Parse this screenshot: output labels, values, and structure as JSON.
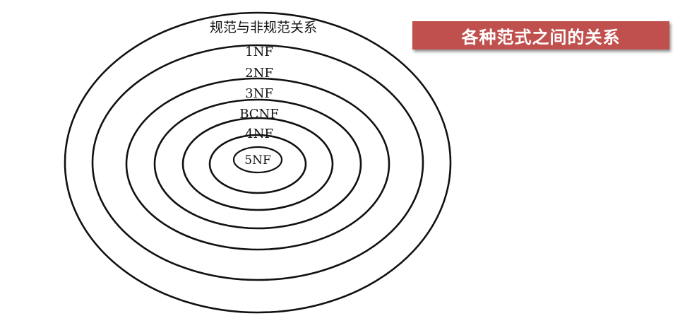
{
  "title": "各种范式之间的关系",
  "diagram": {
    "outer_label": "规范与非规范关系",
    "rings": [
      {
        "label": "1NF"
      },
      {
        "label": "2NF"
      },
      {
        "label": "3NF"
      },
      {
        "label": "BCNF"
      },
      {
        "label": "4NF"
      },
      {
        "label": "5NF"
      }
    ]
  },
  "colors": {
    "banner": "#c0504d",
    "banner_text": "#ffffff",
    "stroke": "#111111"
  }
}
